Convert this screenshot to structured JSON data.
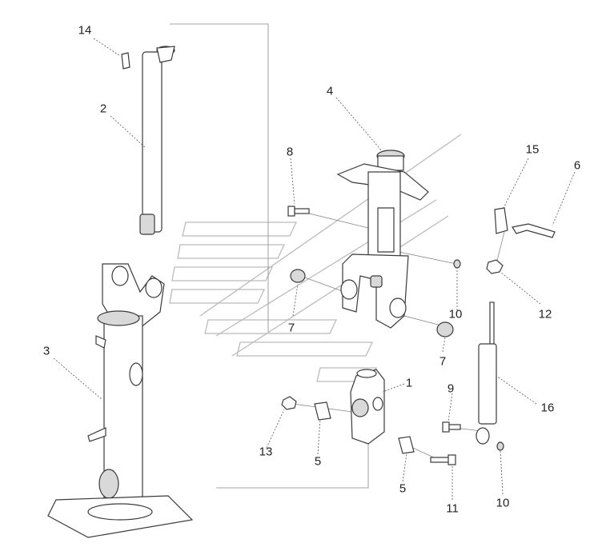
{
  "diagram": {
    "type": "exploded-parts-diagram",
    "line_color": "#3a3a3a",
    "watermark_color": "#bbbbbb",
    "callouts": [
      {
        "id": "c14",
        "label": "14"
      },
      {
        "id": "c2",
        "label": "2"
      },
      {
        "id": "c3",
        "label": "3"
      },
      {
        "id": "c4",
        "label": "4"
      },
      {
        "id": "c8",
        "label": "8"
      },
      {
        "id": "c15",
        "label": "15"
      },
      {
        "id": "c6",
        "label": "6"
      },
      {
        "id": "c10a",
        "label": "10"
      },
      {
        "id": "c12",
        "label": "12"
      },
      {
        "id": "c7a",
        "label": "7"
      },
      {
        "id": "c7b",
        "label": "7"
      },
      {
        "id": "c1",
        "label": "1"
      },
      {
        "id": "c9",
        "label": "9"
      },
      {
        "id": "c16",
        "label": "16"
      },
      {
        "id": "c13",
        "label": "13"
      },
      {
        "id": "c5a",
        "label": "5"
      },
      {
        "id": "c5b",
        "label": "5"
      },
      {
        "id": "c11",
        "label": "11"
      },
      {
        "id": "c10b",
        "label": "10"
      }
    ]
  }
}
